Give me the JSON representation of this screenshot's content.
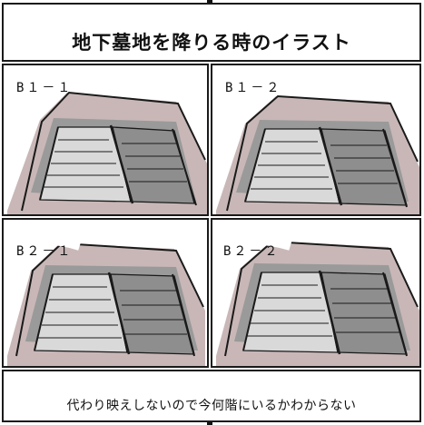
{
  "title": "地下墓地を降りる時のイラスト",
  "panels": [
    {
      "label": "B１－１"
    },
    {
      "label": "B１－２"
    },
    {
      "label": "B２－１"
    },
    {
      "label": "B２－２"
    }
  ],
  "caption": "代わり映えしないので今何階にいるかわからない",
  "colors": {
    "ink": "#1a1a1a",
    "wall": "#b79f9f",
    "step_light": "#d9d9d9",
    "step_dark": "#8e8e8e",
    "ceiling": "#9a9a9a"
  }
}
